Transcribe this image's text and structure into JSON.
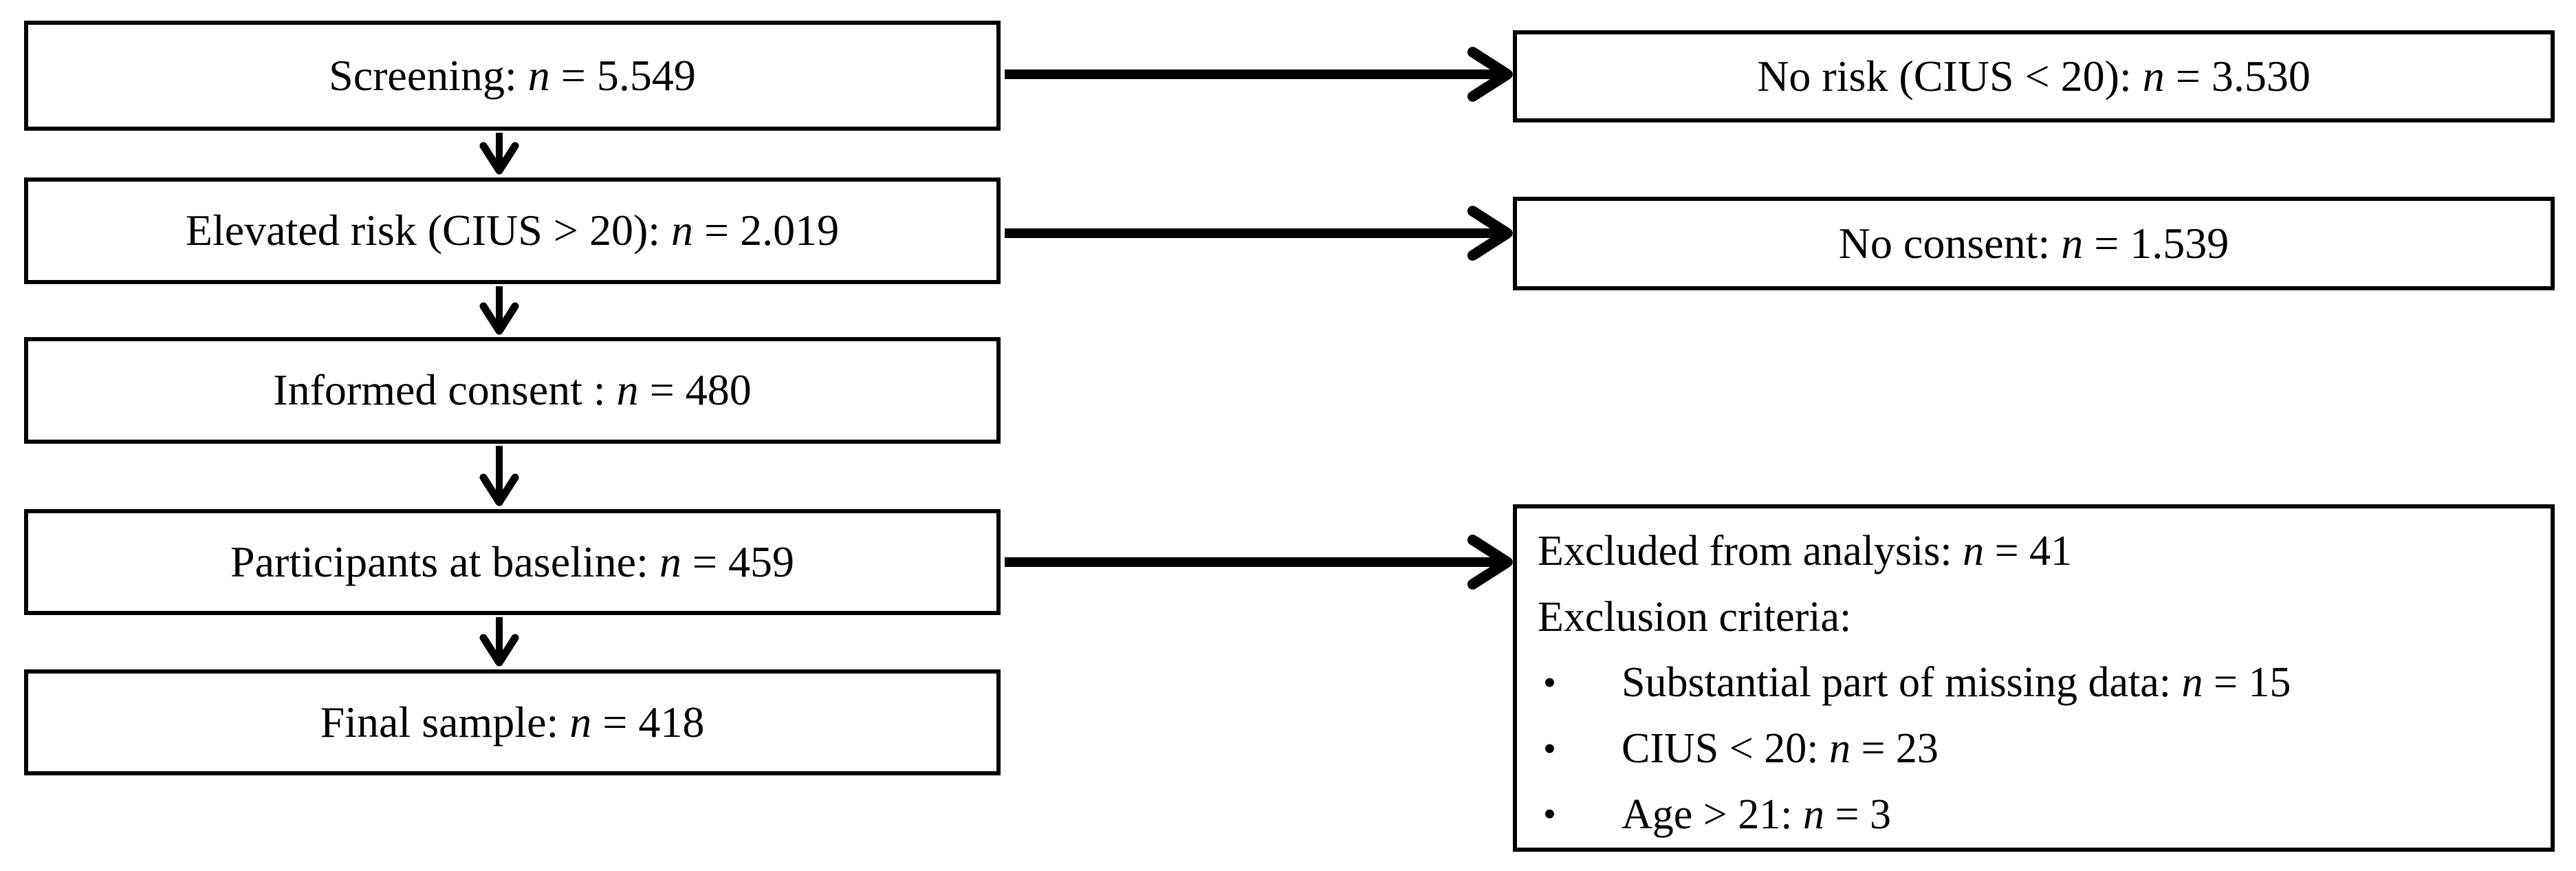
{
  "figure": {
    "type": "participant-flow-diagram",
    "colors": {
      "background": "#ffffff",
      "box_fill": "#ffffff",
      "box_border": "#000000",
      "arrow": "#000000",
      "text": "#000000"
    },
    "left_boxes": [
      {
        "name": "screening",
        "prefix": "Screening: ",
        "n": "n",
        "suffix": " = 5.549"
      },
      {
        "name": "elevated-risk",
        "prefix": "Elevated risk (CIUS > 20): ",
        "n": "n",
        "suffix": " = 2.019"
      },
      {
        "name": "informed-consent",
        "prefix": "Informed consent : ",
        "n": "n",
        "suffix": " = 480"
      },
      {
        "name": "participants-baseline",
        "prefix": "Participants at baseline: ",
        "n": "n",
        "suffix": " = 459"
      },
      {
        "name": "final-sample",
        "prefix": "Final sample: ",
        "n": "n",
        "suffix": " = 418"
      }
    ],
    "right_boxes": [
      {
        "name": "no-risk",
        "prefix": "No risk (CIUS < 20): ",
        "n": "n",
        "suffix": " = 3.530"
      },
      {
        "name": "no-consent",
        "prefix": "No consent: ",
        "n": "n",
        "suffix": " = 1.539"
      }
    ],
    "exclusion_box": {
      "line1": {
        "prefix": "Excluded from analysis: ",
        "n": "n",
        "suffix": " = 41"
      },
      "line2": "Exclusion criteria:",
      "bullet": "•",
      "bullets": [
        {
          "prefix": "Substantial part of missing data: ",
          "n": "n",
          "suffix": " = 15"
        },
        {
          "prefix": "CIUS < 20: ",
          "n": "n",
          "suffix": " = 23"
        },
        {
          "prefix": "Age > 21: ",
          "n": "n",
          "suffix": " = 3"
        }
      ]
    }
  }
}
